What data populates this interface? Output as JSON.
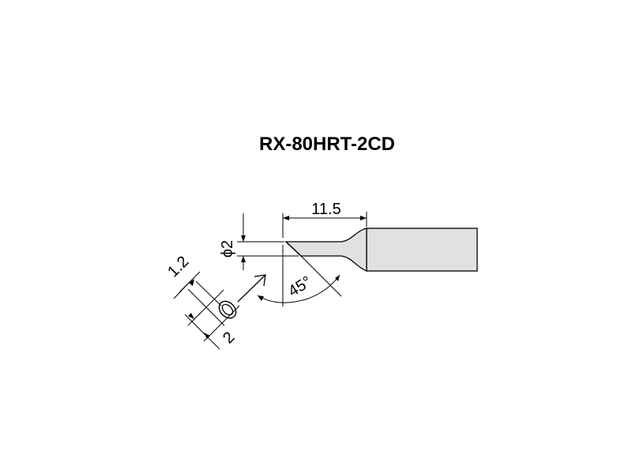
{
  "title": "RX-80HRT-2CD",
  "dimensions": {
    "length": "11.5",
    "diameter": "ϕ2",
    "angle": "45°",
    "face_width": "1.2",
    "face_length": "2"
  },
  "colors": {
    "line": "#000000",
    "shaft_fill": "#e1e1e1",
    "background": "#ffffff"
  }
}
